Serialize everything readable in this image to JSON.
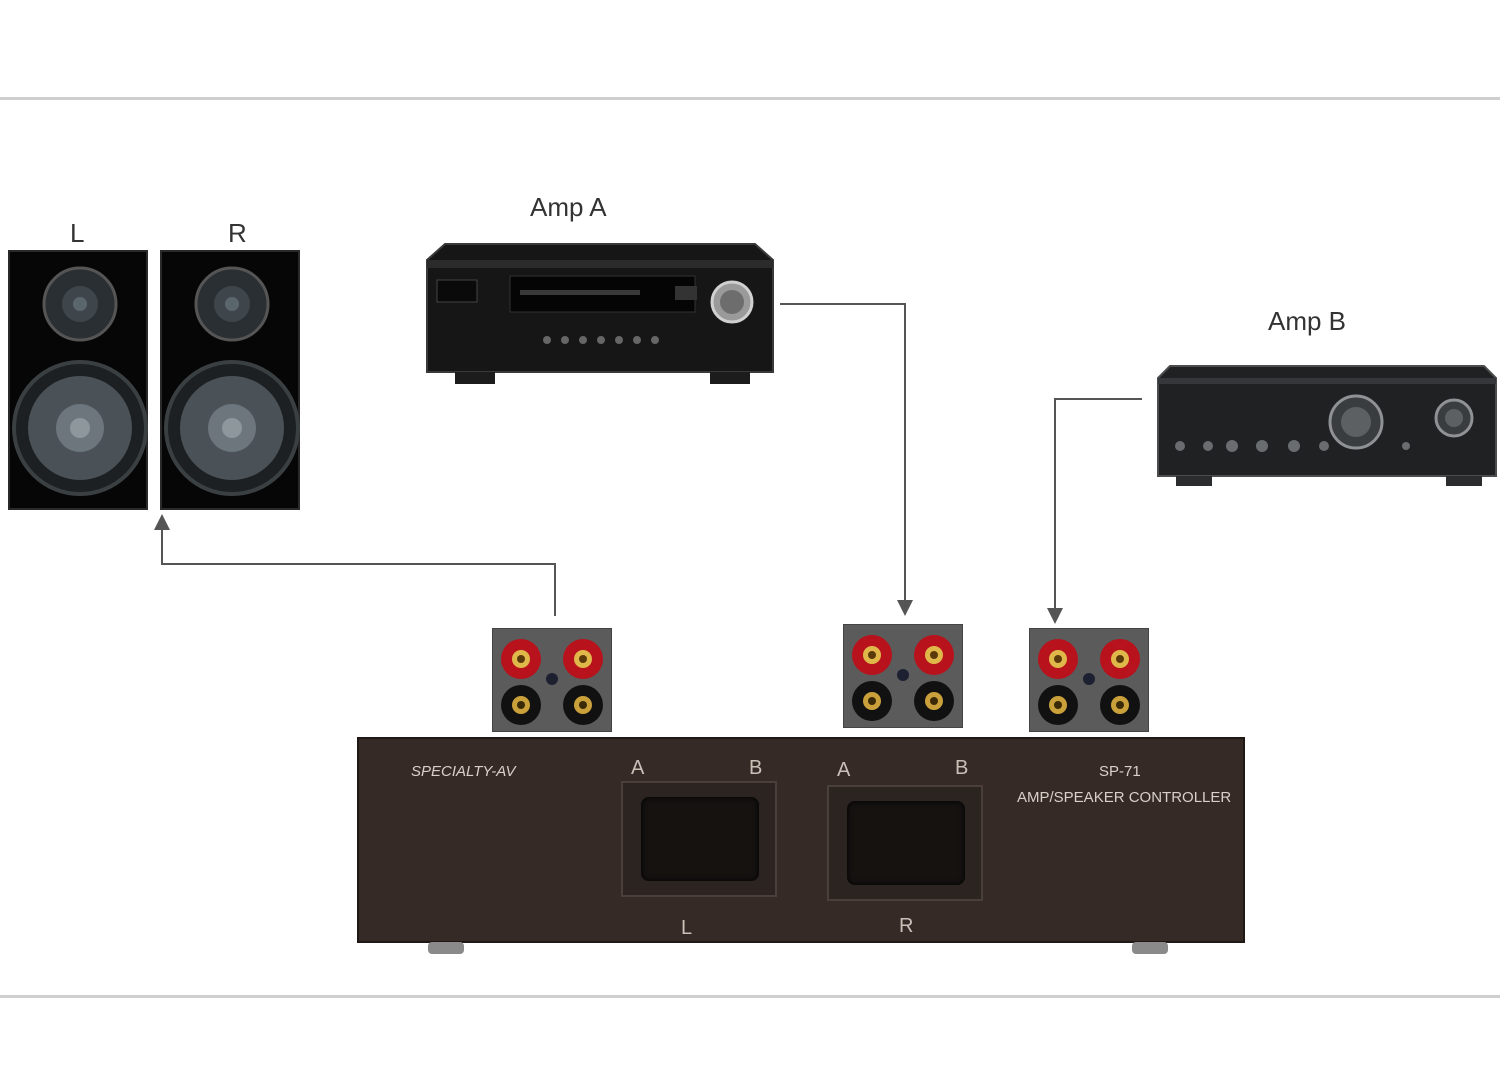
{
  "speakers": {
    "left_label": "L",
    "right_label": "R"
  },
  "amp_a": {
    "label": "Amp A"
  },
  "amp_b": {
    "label": "Amp B"
  },
  "controller": {
    "brand": "SPECIALTY-AV",
    "model": "SP-71",
    "description": "AMP/SPEAKER CONTROLLER",
    "left_switch": {
      "a_label": "A",
      "b_label": "B",
      "channel_label": "L"
    },
    "right_switch": {
      "a_label": "A",
      "b_label": "B",
      "channel_label": "R"
    }
  },
  "colors": {
    "background": "#ffffff",
    "rule": "#cfcfcf",
    "speaker_body": "#060606",
    "controller_body": "#362a26",
    "wire": "#555555",
    "terminal_red": "#b8121c",
    "terminal_black": "#111111"
  }
}
